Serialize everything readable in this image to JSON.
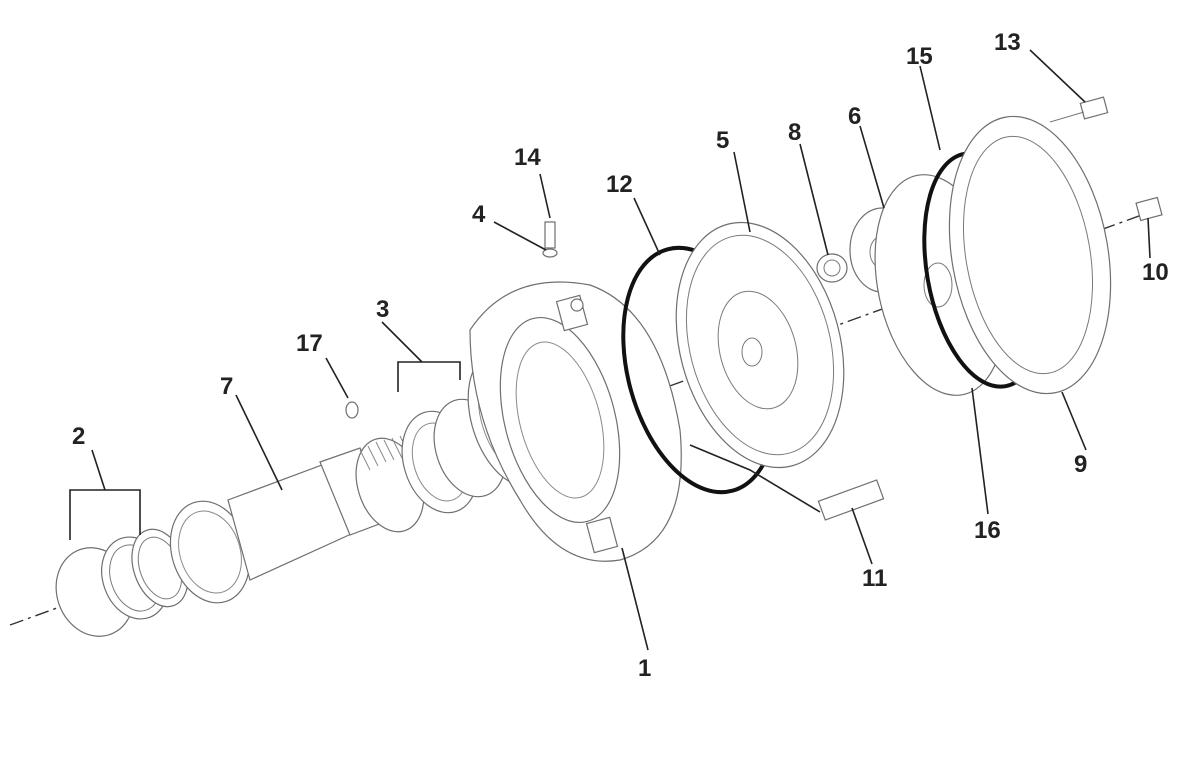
{
  "diagram": {
    "callouts": [
      "1",
      "2",
      "3",
      "4",
      "5",
      "6",
      "7",
      "8",
      "9",
      "10",
      "11",
      "12",
      "13",
      "14",
      "15",
      "16",
      "17"
    ],
    "colors": {
      "line": "#222222",
      "part_outline": "#6f6f6f",
      "ring": "#111111",
      "background": "#ffffff"
    }
  }
}
